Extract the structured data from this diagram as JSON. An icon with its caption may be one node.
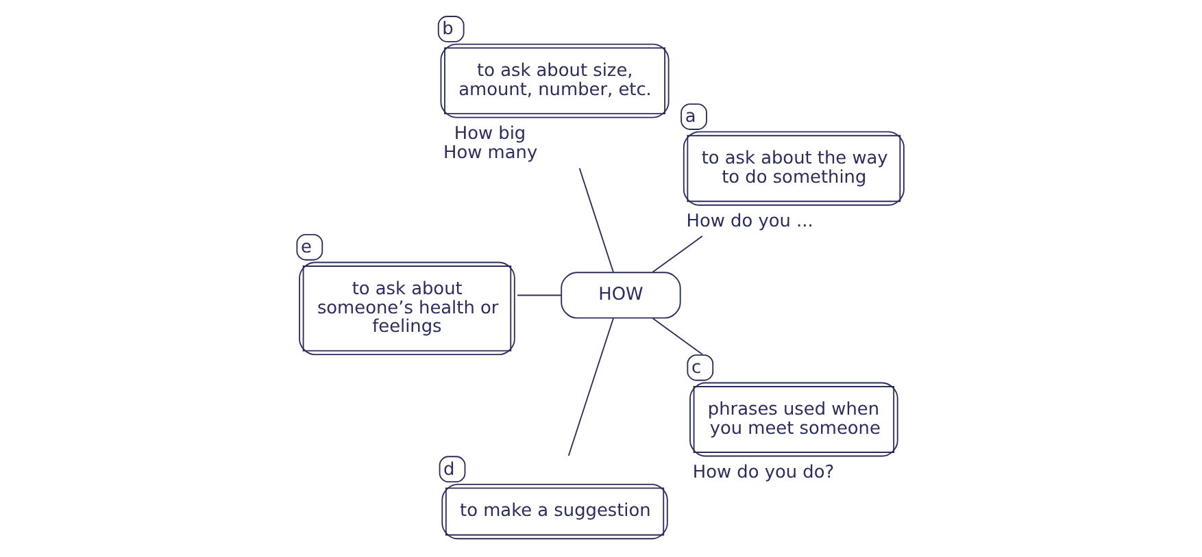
{
  "diagram": {
    "nodes": [
      {
        "text": [
          "a",
          "to ask about the way to do something"
        ],
        "beside": [
          "How do you ..."
        ]
      },
      {
        "text": [
          "b",
          "to ask about size, amount, number, etc."
        ],
        "beside": [
          "How big",
          "How many"
        ]
      },
      {
        "text": [
          "HOW"
        ]
      },
      {
        "text": [
          "e",
          "to ask about someone’s health or feelings"
        ]
      },
      {
        "text": [
          "d",
          "to make a suggestion"
        ]
      },
      {
        "text": [
          "c",
          "phrases used when you meet someone"
        ],
        "beside": [
          "How do you do?"
        ]
      }
    ],
    "edges": [
      {
        "from": 2,
        "to": 0,
        "arrow": "none"
      },
      {
        "from": 2,
        "to": 1,
        "arrow": "none"
      },
      {
        "from": 2,
        "to": 3,
        "arrow": "none"
      },
      {
        "from": 2,
        "to": 4,
        "arrow": "none"
      },
      {
        "from": 2,
        "to": 5,
        "arrow": "none"
      }
    ]
  }
}
